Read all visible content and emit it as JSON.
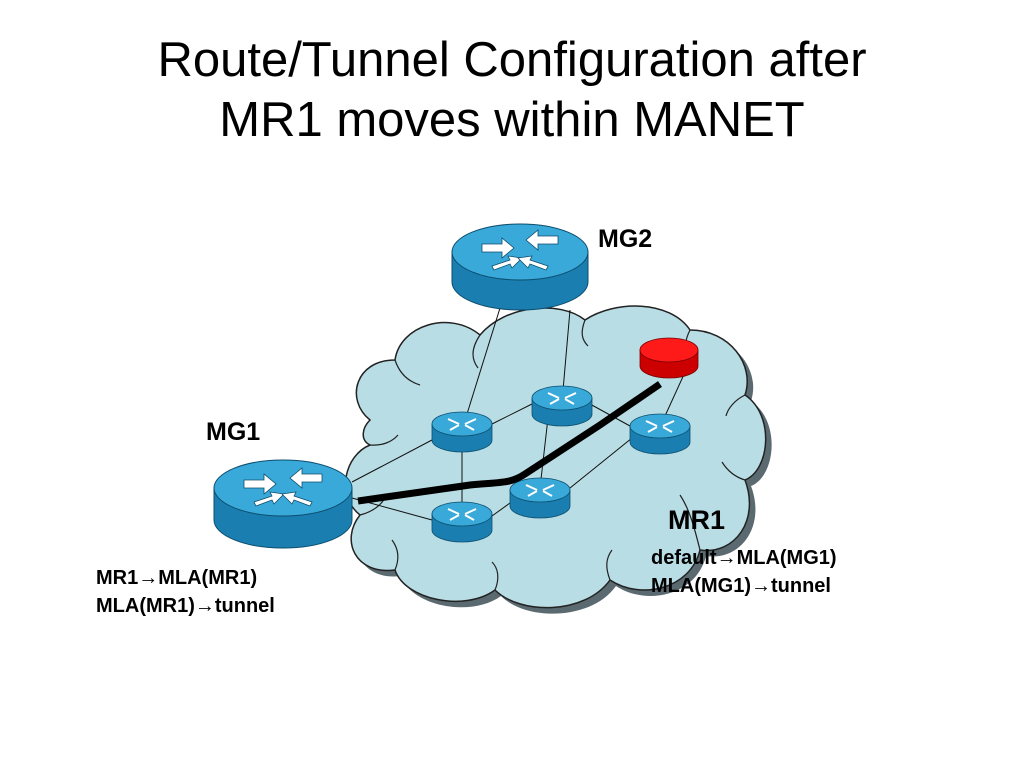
{
  "slide": {
    "title_line1": "Route/Tunnel Configuration after",
    "title_line2": "MR1 moves within MANET"
  },
  "nodes": {
    "mg2": {
      "label": "MG2"
    },
    "mg1": {
      "label": "MG1"
    },
    "mr1": {
      "label": "MR1",
      "color": "#e00000"
    }
  },
  "routing_tables": {
    "mg1": {
      "entry1_left": "MR1",
      "entry1_arrow": "→",
      "entry1_right": "MLA(MR1)",
      "entry2_left": "MLA(MR1)",
      "entry2_arrow": "→",
      "entry2_right": "tunnel"
    },
    "mr1": {
      "entry1_left": "default",
      "entry1_arrow": "→",
      "entry1_right": "MLA(MG1)",
      "entry2_left": "MLA(MG1)",
      "entry2_arrow": "→",
      "entry2_right": "tunnel"
    }
  },
  "colors": {
    "router_blue": "#1f8fc0",
    "router_top": "#38a8d8",
    "cloud_fill": "#b8dde4",
    "tunnel": "#000000"
  }
}
